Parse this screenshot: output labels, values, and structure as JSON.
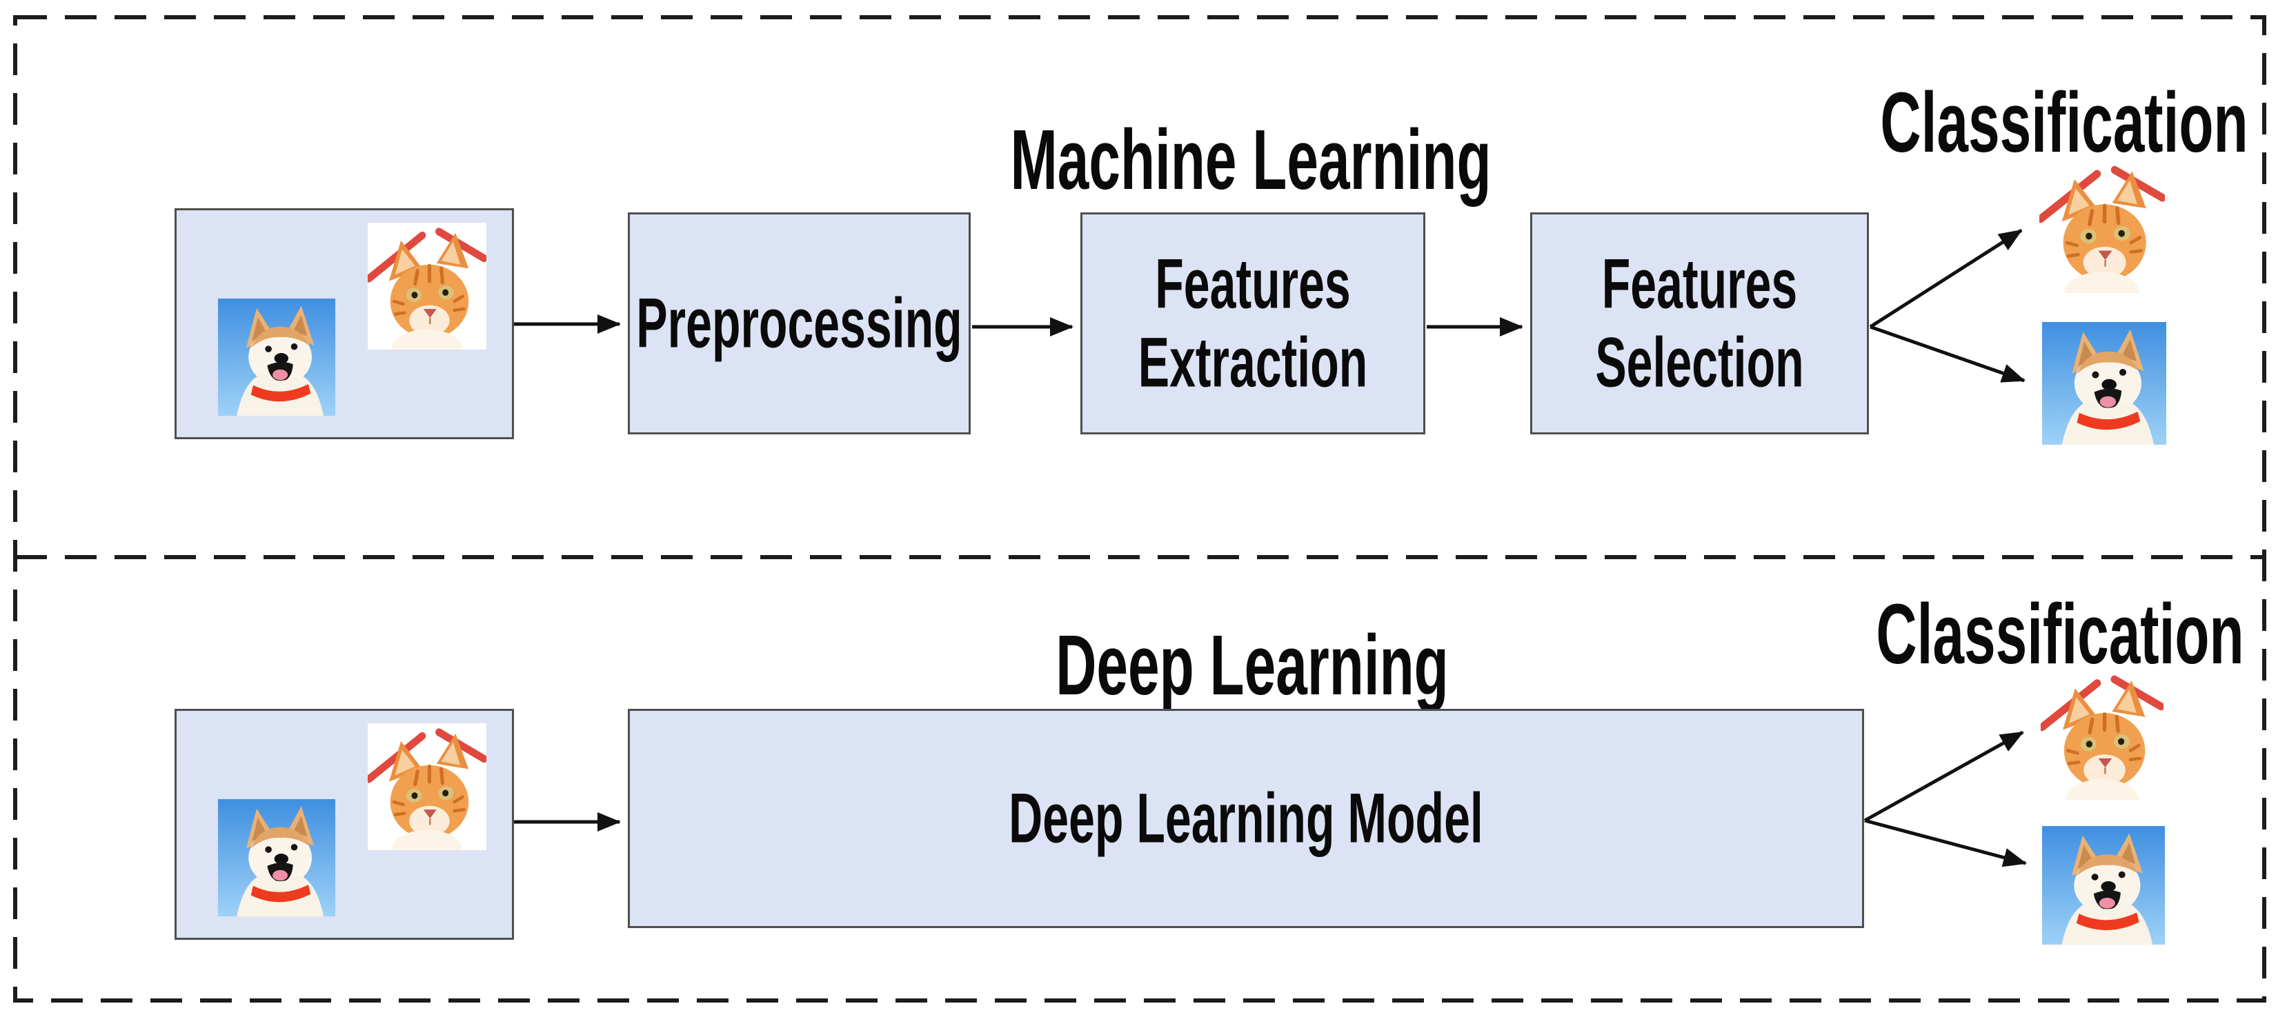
{
  "figure": {
    "sections": [
      {
        "title": "Machine Learning",
        "classification_label": "Classification",
        "steps": [
          "Preprocessing",
          "Features Extraction",
          "Features Selection"
        ],
        "input_images": [
          "dog",
          "cat"
        ],
        "output_images": [
          "cat",
          "dog"
        ]
      },
      {
        "title": "Deep Learning",
        "classification_label": "Classification",
        "steps": [
          "Deep Learning Model"
        ],
        "input_images": [
          "dog",
          "cat"
        ],
        "output_images": [
          "cat",
          "dog"
        ]
      }
    ],
    "colors": {
      "box_fill": "#dce3f4",
      "box_border": "#4f4f4f",
      "frame": "#1c1c1c",
      "arrow": "#111111",
      "leash_red": "#e0493e",
      "collar_red": "#ee3a20",
      "sky_blue": "#4e9be6"
    }
  }
}
